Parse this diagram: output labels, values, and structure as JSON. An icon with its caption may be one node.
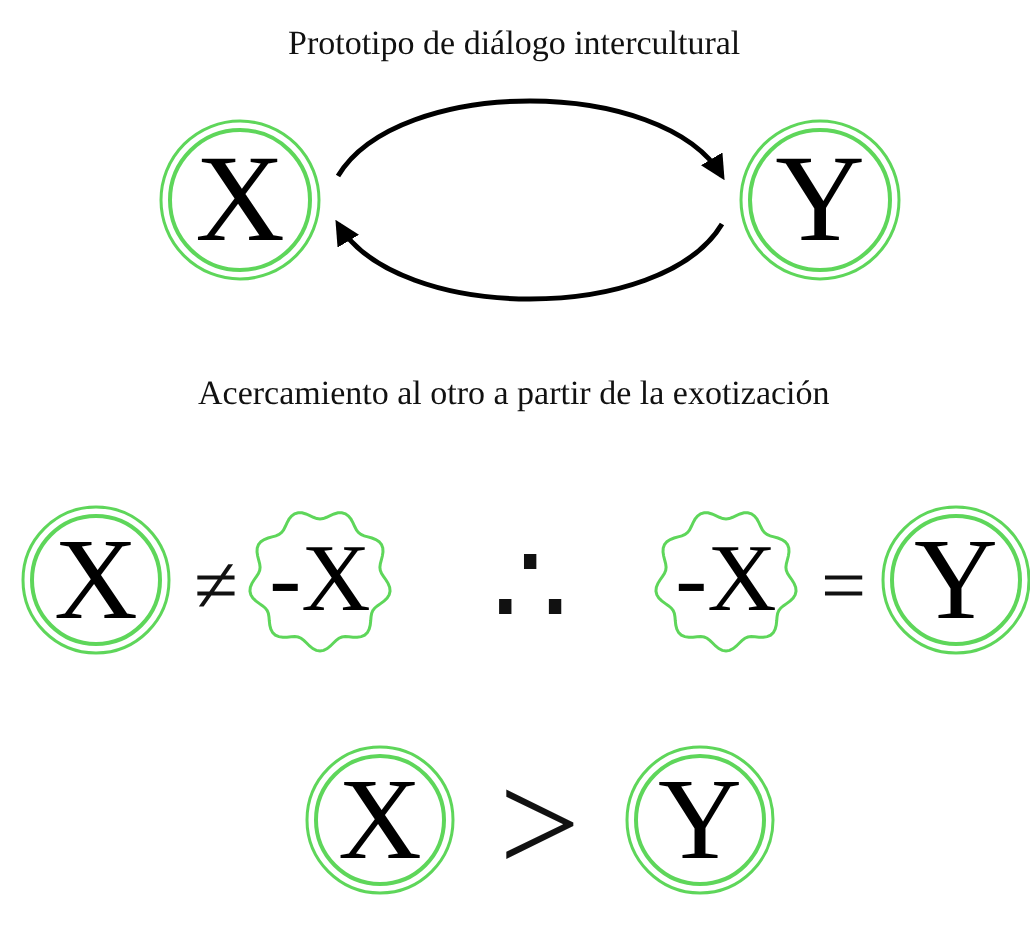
{
  "diagram": {
    "title": "Prototipo de diálogo intercultural",
    "nodes": [
      {
        "text": [
          "X"
        ]
      },
      {
        "text": [
          "Y"
        ]
      },
      {
        "text": [
          "X"
        ]
      },
      {
        "text": [
          "-X"
        ]
      },
      {
        "text": [
          "-X"
        ]
      },
      {
        "text": [
          "Y"
        ]
      },
      {
        "text": [
          "X"
        ]
      },
      {
        "text": [
          "Y"
        ]
      }
    ],
    "edges": [
      {
        "from": 0,
        "to": 1,
        "arrow": "to"
      },
      {
        "from": 1,
        "to": 0,
        "arrow": "to"
      }
    ],
    "labels": [
      "Acercamiento al otro a partir de la exotización",
      "≠",
      "∴",
      "=",
      ">"
    ]
  }
}
